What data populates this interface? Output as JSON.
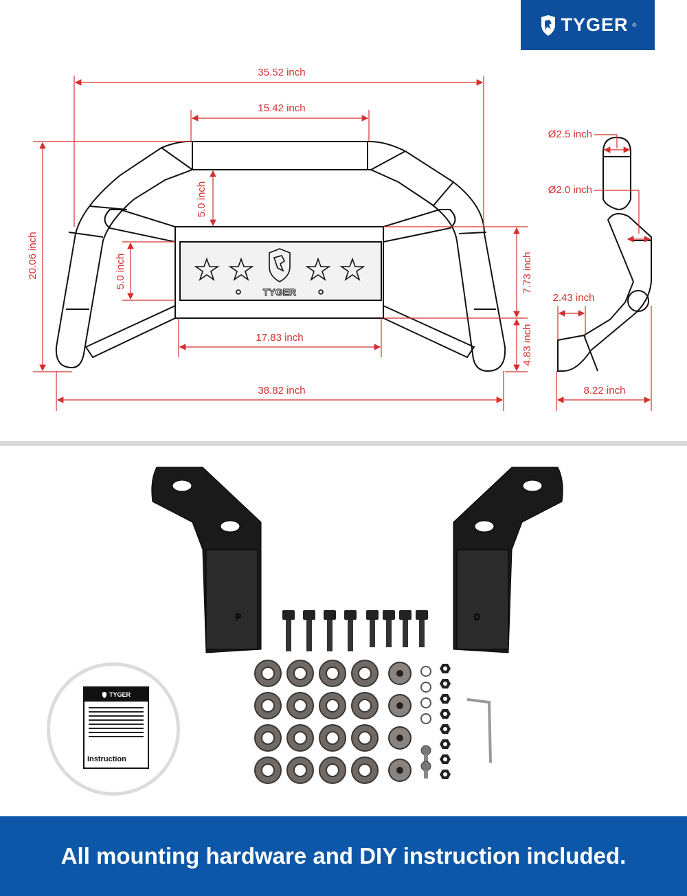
{
  "brand": {
    "name": "TYGER",
    "reg": "®",
    "color": "#0d4f9c",
    "icon": "tiger-shield-icon"
  },
  "front_view": {
    "plate_text": "TYGER",
    "dimensions": {
      "overall_top_width": "35.52 inch",
      "top_bar_width": "15.42 inch",
      "total_height": "20.06 inch",
      "upper_gap": "5.0 inch",
      "side_gap": "5.0 inch",
      "plate_height": "7.73 inch",
      "lower_height": "4.83 inch",
      "plate_width": "17.83 inch",
      "overall_bottom_width": "38.82 inch"
    }
  },
  "side_view": {
    "dimensions": {
      "tube_diameter_large": "Ø2.5 inch",
      "tube_diameter_small": "Ø2.0 inch",
      "offset": "2.43 inch",
      "depth": "8.22 inch"
    }
  },
  "manual": {
    "brand": "TYGER",
    "label": "Instruction"
  },
  "hardware": {
    "bracket_marks": [
      "P",
      "D"
    ],
    "bolts_long": 4,
    "bolts_short": 4,
    "washer_rows": 4,
    "large_washers_per_row": 4
  },
  "footer": {
    "caption": "All mounting hardware and DIY instruction included.",
    "color": "#0d57a8"
  },
  "dim_color": "#d32f2f"
}
